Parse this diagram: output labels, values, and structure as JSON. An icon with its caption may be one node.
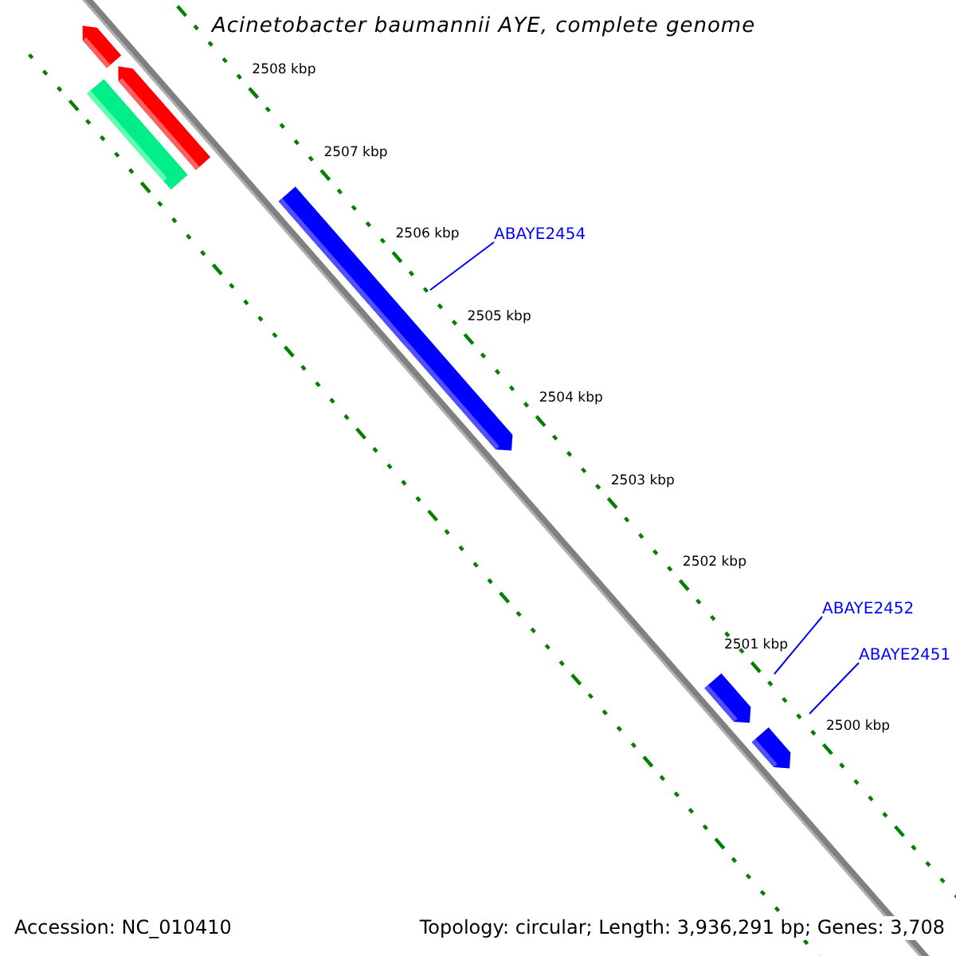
{
  "diagram": {
    "title": "Acinetobacter baumannii AYE, complete genome",
    "nodes": [
      {
        "text": [
          "ABAYE2454"
        ]
      },
      {
        "text": [
          "ABAYE2452"
        ]
      },
      {
        "text": [
          "ABAYE2451"
        ]
      }
    ],
    "edges": [
      {
        "from": 0,
        "to": null,
        "arrow": "none"
      },
      {
        "from": 1,
        "to": null,
        "arrow": "none"
      },
      {
        "from": 2,
        "to": null,
        "arrow": "none"
      }
    ],
    "labels": [
      "2508 kbp",
      "2507 kbp",
      "2506 kbp",
      "2505 kbp",
      "2504 kbp",
      "2503 kbp",
      "2502 kbp",
      "2501 kbp",
      "2500 kbp",
      "Accession: NC_010410",
      "Topology: circular; Length: 3,936,291 bp; Genes: 3,708"
    ]
  }
}
